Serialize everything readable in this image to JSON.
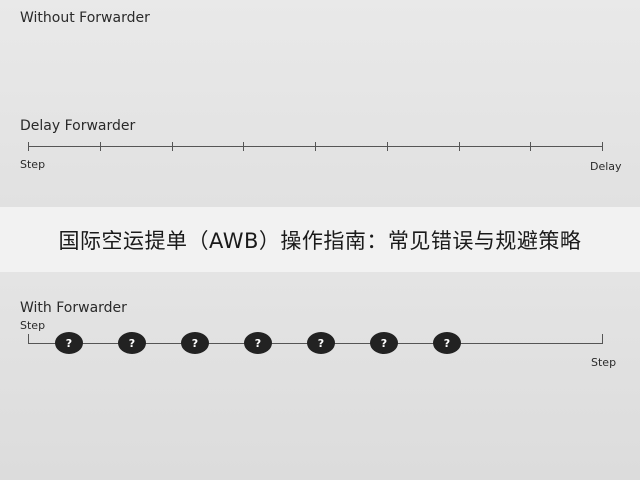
{
  "top": {
    "title": "Without Forwarder",
    "axis_title": "Delay Forwarder",
    "start_label": "Step",
    "end_label": "Delay",
    "tick_count": 9
  },
  "banner": {
    "text": "国际空运提单（AWB）操作指南：常见错误与规避策略"
  },
  "bottom": {
    "title": "With Forwarder",
    "start_label": "Step",
    "end_label": "Step",
    "nodes": [
      "?",
      "?",
      "?",
      "?",
      "?",
      "?",
      "?"
    ]
  },
  "colors": {
    "background": "#e6e6e6",
    "banner": "#f2f2f2",
    "node": "#222222",
    "line": "#555555"
  }
}
